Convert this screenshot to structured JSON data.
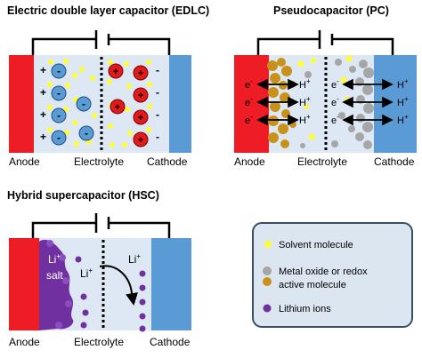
{
  "edlc": {
    "title": "Electric double layer capacitor (EDLC)",
    "anode": "Anode",
    "electrolyte": "Electrolyte",
    "cathode": "Cathode",
    "plus": "+",
    "minus": "-"
  },
  "pc": {
    "title": "Pseudocapacitor (PC)",
    "anode": "Anode",
    "electrolyte": "Electrolyte",
    "cathode": "Cathode",
    "electron": "e",
    "proton": "H",
    "charge_minus": "-",
    "charge_plus": "+"
  },
  "hsc": {
    "title": "Hybrid supercapacitor (HSC)",
    "anode": "Anode",
    "electrolyte": "Electrolyte",
    "cathode": "Cathode",
    "salt_line1": "Li",
    "salt_line2": "salt",
    "lithium": "Li",
    "charge_plus": "+"
  },
  "legend": {
    "solvent": "Solvent molecule",
    "metal_oxide_line1": "Metal oxide or  redox",
    "metal_oxide_line2": "active molecule",
    "lithium_ions": "Lithium ions"
  },
  "colors": {
    "anode": "#ee1c24",
    "cathode": "#5b9bd5",
    "electrolyte": "#dde8f4",
    "solvent": "#ffff33",
    "cation": "#e01b1b",
    "anion": "#5b9bd5",
    "redox_orange": "#c8921a",
    "redox_grey": "#a6a6a6",
    "lithium": "#7030a0",
    "legend_bg": "#dce6f1",
    "legend_border": "#3a4e66"
  }
}
